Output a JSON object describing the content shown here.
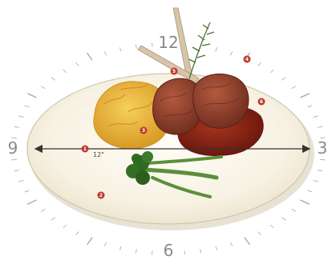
{
  "clock": {
    "twelve": "12",
    "three": "3",
    "six": "6",
    "nine": "9"
  },
  "dimension": {
    "label": "12\""
  },
  "markers": [
    {
      "label": "1",
      "item": "plate-diameter"
    },
    {
      "label": "2",
      "item": "plate-rim"
    },
    {
      "label": "3",
      "item": "mashed-potatoes"
    },
    {
      "label": "4",
      "item": "back-rim"
    },
    {
      "label": "5",
      "item": "rib-bone-garnish"
    },
    {
      "label": "6",
      "item": "lamb-chops"
    }
  ],
  "colors": {
    "marker": "#c0392b",
    "plate": "#fbf8ef",
    "plate_edge": "#e6dfcc",
    "meat": "#8a3b2a",
    "sauce": "#7d1f14",
    "potato": "#e8b23a",
    "broccolini": "#3e7a2e",
    "dial": "#8a8a8a"
  }
}
